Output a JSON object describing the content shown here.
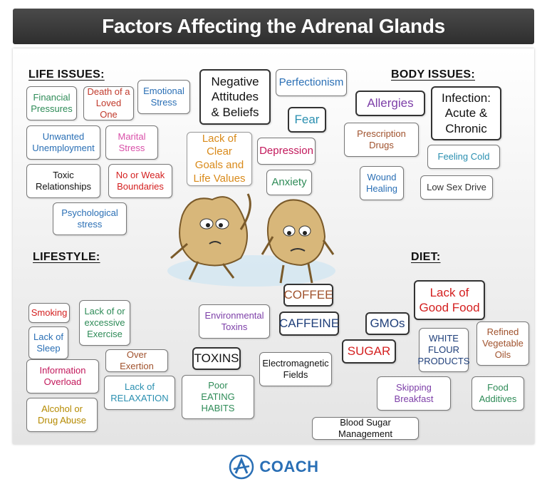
{
  "title": "Factors Affecting the Adrenal Glands",
  "sections": {
    "life": "LIFE ISSUES:",
    "body": "BODY ISSUES:",
    "lifestyle": "LIFESTYLE:",
    "diet": "DIET:"
  },
  "items": {
    "financial": "Financial\nPressures",
    "death": "Death of a\nLoved One",
    "emotional": "Emotional\nStress",
    "negative": "Negative\nAttitudes\n& Beliefs",
    "perfectionism": "Perfectionism",
    "unemployment": "Unwanted\nUnemployment",
    "marital": "Marital\nStress",
    "fear": "Fear",
    "goals": "Lack of Clear\nGoals and\nLife Values",
    "depression": "Depression",
    "toxic": "Toxic\nRelationships",
    "boundaries": "No or Weak\nBoundaries",
    "anxiety": "Anxiety",
    "psych": "Psychological\nstress",
    "allergies": "Allergies",
    "infection": "Infection:\nAcute &\nChronic",
    "prescription": "Prescription\nDrugs",
    "cold": "Feeling Cold",
    "wound": "Wound\nHealing",
    "sexdrive": "Low Sex Drive",
    "smoking": "Smoking",
    "exercise": "Lack of or\nexcessive\nExercise",
    "sleep": "Lack of\nSleep",
    "overexertion": "Over Exertion",
    "info": "Information\nOverload",
    "relaxation": "Lack of\nRELAXATION",
    "alcohol": "Alcohol or\nDrug Abuse",
    "envtoxins": "Environmental\nToxins",
    "toxins": "TOXINS",
    "poor": "Poor\nEATING\nHABITS",
    "electro": "Electromagnetic\nFields",
    "coffee": "COFFEE",
    "caffeine": "CAFFEINE",
    "gmos": "GMOs",
    "sugar": "SUGAR",
    "bloodsugar": "Blood Sugar Management",
    "goodfood": "Lack of\nGood Food",
    "white": "WHITE\nFLOUR\nPRODUCTS",
    "refined": "Refined\nVegetable\nOils",
    "breakfast": "Skipping\nBreakfast",
    "additives": "Food\nAdditives"
  },
  "footer": {
    "brand": "COACH"
  },
  "colors": {
    "green": "#2e8b57",
    "red": "#c0392b",
    "blue": "#2a6fb5",
    "pink": "#d94fa8",
    "purple": "#7d3fa8",
    "brown": "#a0522d",
    "orange": "#d98a1a",
    "teal": "#2a8fb0",
    "olive": "#b58a00"
  }
}
